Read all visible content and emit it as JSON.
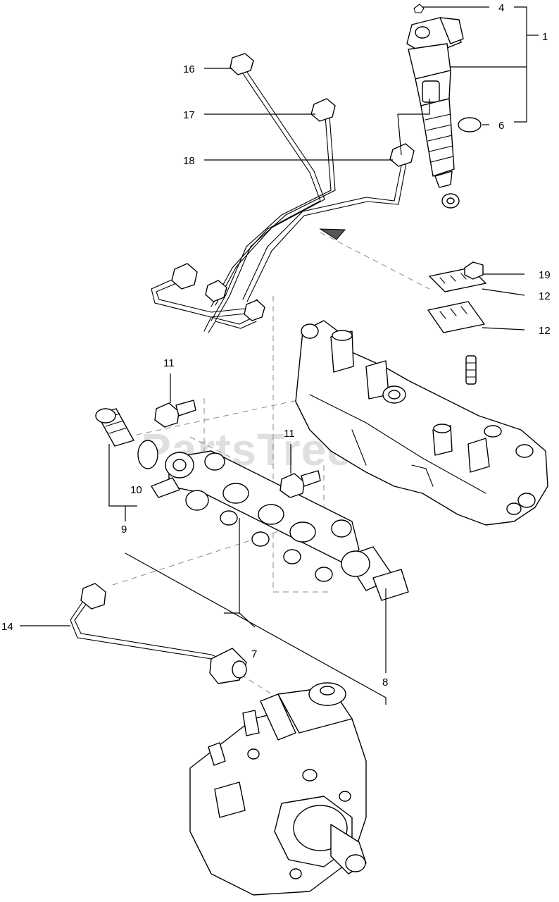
{
  "watermark": "PartsTree",
  "labels": {
    "l1": "1",
    "l4": "4",
    "l6": "6",
    "l7": "7",
    "l8": "8",
    "l9": "9",
    "l10": "10",
    "l11a": "11",
    "l11b": "11",
    "l12a": "12",
    "l12b": "12",
    "l14": "14",
    "l16": "16",
    "l17": "17",
    "l18": "18",
    "l19": "19"
  }
}
